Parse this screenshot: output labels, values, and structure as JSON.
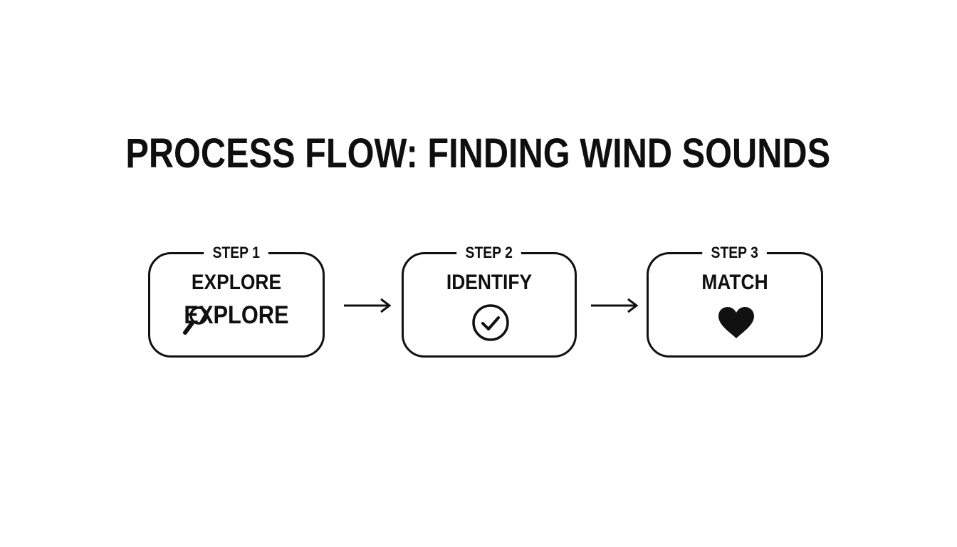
{
  "title": "PROCESS FLOW: FINDING WIND SOUNDS",
  "steps": [
    {
      "tag": "STEP 1",
      "name": "EXPLORE",
      "sub": "EXPLORE",
      "icon": "magnifier-icon"
    },
    {
      "tag": "STEP 2",
      "name": "IDENTIFY",
      "icon": "check-circle-icon"
    },
    {
      "tag": "STEP 3",
      "name": "MATCH",
      "icon": "heart-icon"
    }
  ],
  "connectors": [
    "arrow-right-icon",
    "arrow-right-icon"
  ],
  "colors": {
    "ink": "#111111",
    "background": "#ffffff"
  }
}
